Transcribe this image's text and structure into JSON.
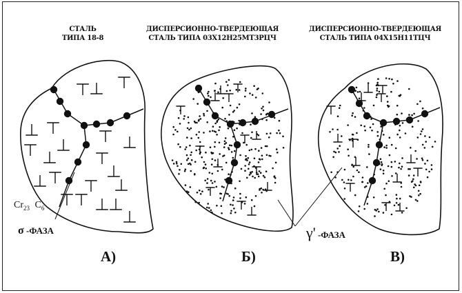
{
  "panels": [
    {
      "letter": "А)",
      "title_line1": "СТАЛЬ",
      "title_line2": "ТИПА 18-8",
      "labels": {
        "carbide_cr": "Cr",
        "carbide_cr_sub": "23",
        "carbide_c": "C",
        "carbide_c_sub": "6",
        "sigma_symbol": "σ",
        "sigma_text": "-ФАЗА"
      }
    },
    {
      "letter": "Б)",
      "title_line1": "ДИСПЕРСИОННО-ТВЕРДЕЮЩАЯ",
      "title_line2": "СТАЛЬ ТИПА 03Х12Н25МТ3РЦЧ"
    },
    {
      "letter": "В)",
      "title_line1": "ДИСПЕРСИОННО-ТВЕРДЕЮЩАЯ",
      "title_line2": "СТАЛЬ ТИПА 04Х15Н11ТЦЧ"
    }
  ],
  "gamma_label": {
    "symbol": "γ'",
    "text": "-ФАЗА"
  },
  "colors": {
    "ink": "#111111",
    "background": "#ffffff"
  }
}
